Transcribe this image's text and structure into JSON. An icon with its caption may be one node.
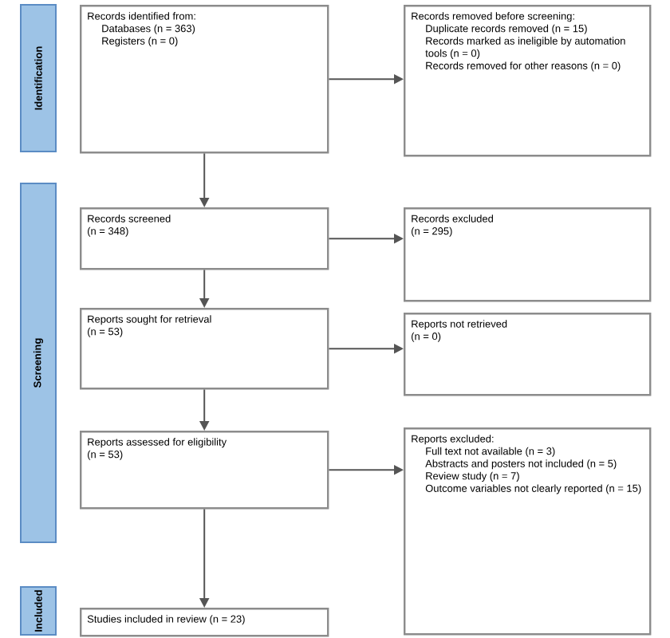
{
  "diagram": {
    "nodes": [
      {
        "text": [
          "Identification"
        ]
      },
      {
        "text": [
          "Records identified from:",
          "Databases (n = 363)",
          "Registers (n = 0)"
        ]
      },
      {
        "text": [
          "Records removed before screening:",
          "Duplicate records removed (n = 15)",
          "Records marked as ineligible by automation tools (n = 0)",
          "Records removed for other reasons (n = 0)"
        ]
      },
      {
        "text": [
          "Screening"
        ]
      },
      {
        "text": [
          "Records screened",
          "(n = 348)"
        ]
      },
      {
        "text": [
          "Records excluded",
          "(n = 295)"
        ]
      },
      {
        "text": [
          "Reports sought for retrieval",
          "(n = 53)"
        ]
      },
      {
        "text": [
          "Reports not retrieved",
          "(n = 0)"
        ]
      },
      {
        "text": [
          "Reports assessed for eligibility",
          "(n = 53)"
        ]
      },
      {
        "text": [
          "Reports excluded:",
          "Full text not available (n = 3)",
          "Abstracts and posters not included (n = 5)",
          "Review study (n = 7)",
          "Outcome variables not clearly reported (n = 15)"
        ]
      },
      {
        "text": [
          "Included"
        ]
      },
      {
        "text": [
          "Studies included in review (n = 23)"
        ]
      }
    ],
    "edges": [
      {
        "from": 1,
        "to": 2,
        "arrow": "to"
      },
      {
        "from": 1,
        "to": 4,
        "arrow": "to"
      },
      {
        "from": 4,
        "to": 5,
        "arrow": "to"
      },
      {
        "from": 4,
        "to": 6,
        "arrow": "to"
      },
      {
        "from": 6,
        "to": 7,
        "arrow": "to"
      },
      {
        "from": 6,
        "to": 8,
        "arrow": "to"
      },
      {
        "from": 8,
        "to": 9,
        "arrow": "to"
      },
      {
        "from": 8,
        "to": 11,
        "arrow": "to"
      }
    ]
  }
}
